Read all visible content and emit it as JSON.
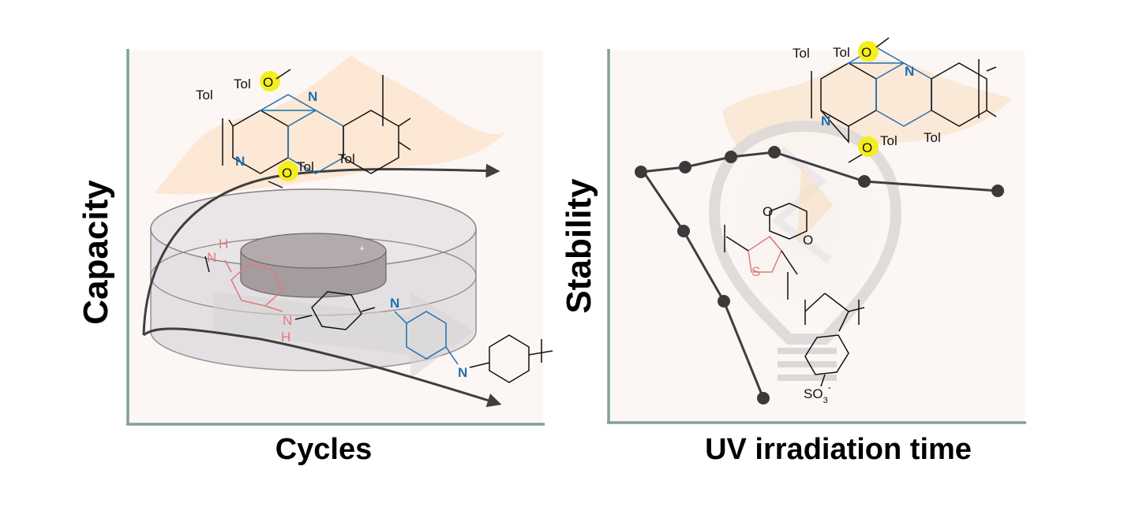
{
  "left_panel": {
    "y_label": "Capacity",
    "x_label": "Cycles",
    "molecule_top": {
      "substituent": "Tol",
      "heteroatom_n": "N",
      "heteroatom_o": "O"
    },
    "molecule_bottom": {
      "nh": "N",
      "h": "H",
      "imine_n": "N"
    }
  },
  "right_panel": {
    "y_label": "Stability",
    "x_label": "UV irradiation time",
    "molecule_top": {
      "substituent": "Tol",
      "heteroatom_n": "N",
      "heteroatom_o": "O"
    },
    "pedot": {
      "o": "O",
      "s": "S"
    },
    "pss": {
      "sulfonate": "SO",
      "subscript": "3",
      "charge": "-"
    }
  },
  "colors": {
    "axis": "#7fa39a",
    "panel_bg": "#fcf7f5",
    "flame": "#fbe3cc",
    "n_blue": "#1f6fae",
    "nh_red": "#e07b7b",
    "o_highlight": "#f5ee1f",
    "curve": "#3f3f3f"
  },
  "chart_data": [
    {
      "type": "line",
      "title": "",
      "xlabel": "Cycles",
      "ylabel": "Capacity",
      "series": [
        {
          "values": "qualitative curve rising then plateauing (arrowhead)"
        },
        {
          "values": "qualitative curve gently declining (arrowhead)"
        }
      ]
    },
    {
      "type": "line",
      "title": "",
      "xlabel": "UV irradiation time",
      "ylabel": "Stability",
      "series": [
        {
          "x": [
            0,
            1,
            2,
            3,
            5,
            8
          ],
          "values": [
            0.95,
            0.98,
            1.0,
            1.02,
            0.92,
            0.88
          ]
        },
        {
          "x": [
            0,
            1,
            2,
            3
          ],
          "values": [
            0.95,
            0.7,
            0.48,
            0.1
          ]
        }
      ]
    }
  ]
}
